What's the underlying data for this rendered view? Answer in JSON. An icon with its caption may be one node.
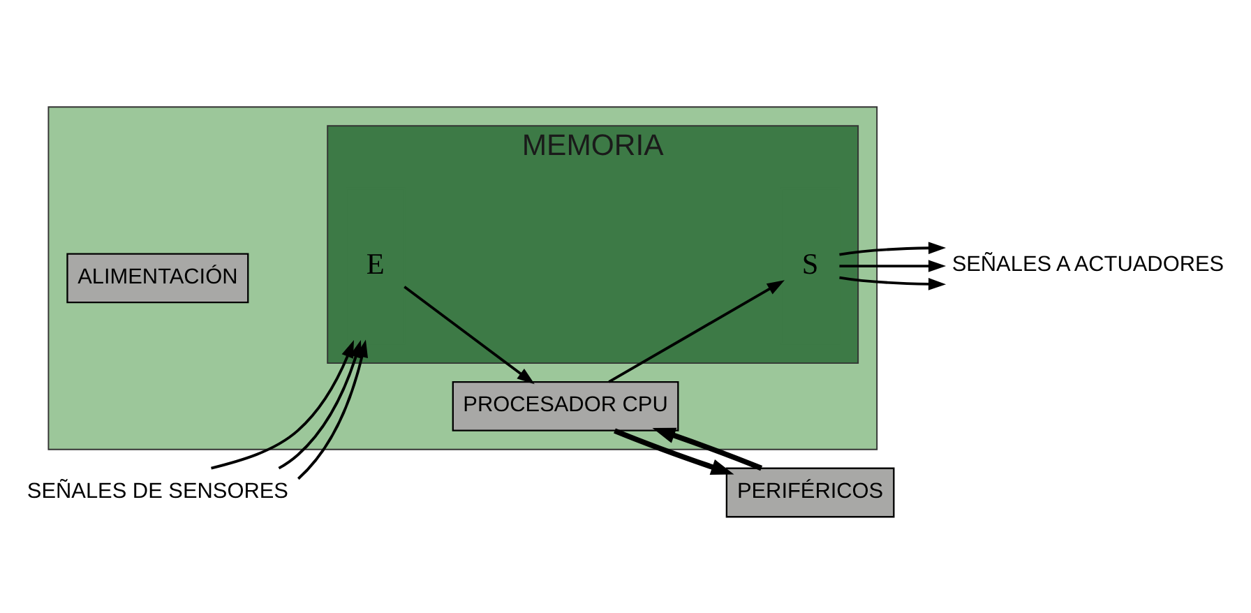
{
  "diagram": {
    "nodes": [
      {
        "text": [],
        "shape": "box"
      },
      {
        "text": [
          "ALIMENTACIÓN"
        ],
        "in": 0
      },
      {
        "text": [
          "MEMORIA"
        ],
        "in": 0
      },
      {
        "text": [
          "E"
        ],
        "in": 2
      },
      {
        "text": [
          "S"
        ],
        "in": 2
      },
      {
        "text": [
          "PROCESADOR CPU"
        ],
        "in": 0
      },
      {
        "text": [
          "PERIFÉRICOS"
        ]
      },
      {
        "text": [
          "SEÑALES DE SENSORES"
        ]
      },
      {
        "text": [
          "SEÑALES A ACTUADORES"
        ]
      }
    ],
    "edges": [
      {
        "from": 7,
        "to": 3,
        "arrow": "to"
      },
      {
        "from": 7,
        "to": 3,
        "arrow": "to"
      },
      {
        "from": 7,
        "to": 3,
        "arrow": "to"
      },
      {
        "from": 4,
        "to": 8,
        "arrow": "to"
      },
      {
        "from": 4,
        "to": 8,
        "arrow": "to"
      },
      {
        "from": 4,
        "to": 8,
        "arrow": "to"
      },
      {
        "from": 3,
        "to": 5,
        "arrow": "to"
      },
      {
        "from": 5,
        "to": 4,
        "arrow": "to"
      },
      {
        "from": 5,
        "to": 6,
        "arrow": "to",
        "style": "thick"
      },
      {
        "from": 6,
        "to": 5,
        "arrow": "to",
        "style": "thick"
      }
    ]
  }
}
